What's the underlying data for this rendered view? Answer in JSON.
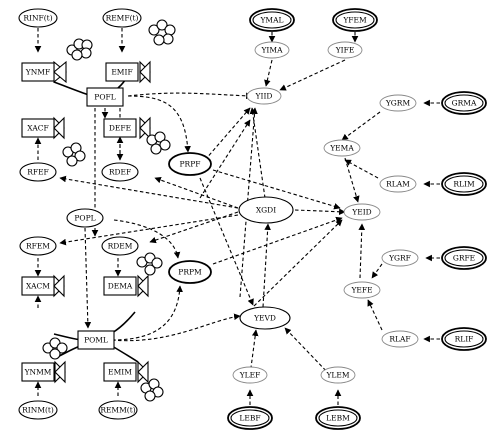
{
  "nodes": [
    {
      "id": "RINF",
      "label": "RINF(t)",
      "shape": "ellipse"
    },
    {
      "id": "REMF",
      "label": "REMF(t)",
      "shape": "ellipse"
    },
    {
      "id": "YNMF",
      "label": "YNMF",
      "shape": "rect"
    },
    {
      "id": "EMIF",
      "label": "EMIF",
      "shape": "rect"
    },
    {
      "id": "POFL",
      "label": "POFL",
      "shape": "rect"
    },
    {
      "id": "XACF",
      "label": "XACF",
      "shape": "rect"
    },
    {
      "id": "DEFE",
      "label": "DEFE",
      "shape": "rect"
    },
    {
      "id": "RFEF",
      "label": "RFEF",
      "shape": "ellipse"
    },
    {
      "id": "RDEF",
      "label": "RDEF",
      "shape": "ellipse"
    },
    {
      "id": "PRPF",
      "label": "PRPF",
      "shape": "ellipse-bold"
    },
    {
      "id": "POPL",
      "label": "POPL",
      "shape": "ellipse"
    },
    {
      "id": "RFEM",
      "label": "RFEM",
      "shape": "ellipse"
    },
    {
      "id": "RDEM",
      "label": "RDEM",
      "shape": "ellipse"
    },
    {
      "id": "PRPM",
      "label": "PRPM",
      "shape": "ellipse-bold"
    },
    {
      "id": "XACM",
      "label": "XACM",
      "shape": "rect"
    },
    {
      "id": "DEMA",
      "label": "DEMA",
      "shape": "rect"
    },
    {
      "id": "POML",
      "label": "POML",
      "shape": "rect"
    },
    {
      "id": "YNMM",
      "label": "YNMM",
      "shape": "rect"
    },
    {
      "id": "EMIM",
      "label": "EMIM",
      "shape": "rect"
    },
    {
      "id": "RINM",
      "label": "RINM(t)",
      "shape": "ellipse"
    },
    {
      "id": "REMM",
      "label": "REMM(t)",
      "shape": "ellipse"
    },
    {
      "id": "YMAL",
      "label": "YMAL",
      "shape": "double-ellipse"
    },
    {
      "id": "YFEM",
      "label": "YFEM",
      "shape": "double-ellipse"
    },
    {
      "id": "YIMA",
      "label": "YIMA",
      "shape": "ellipse-gray"
    },
    {
      "id": "YIFE",
      "label": "YIFE",
      "shape": "ellipse-gray"
    },
    {
      "id": "YIID",
      "label": "YIID",
      "shape": "ellipse-gray"
    },
    {
      "id": "YGRM",
      "label": "YGRM",
      "shape": "ellipse-gray"
    },
    {
      "id": "GRMA",
      "label": "GRMA",
      "shape": "double-ellipse"
    },
    {
      "id": "YEMA",
      "label": "YEMA",
      "shape": "ellipse-gray"
    },
    {
      "id": "RLAM",
      "label": "RLAM",
      "shape": "ellipse-gray"
    },
    {
      "id": "RLIM",
      "label": "RLIM",
      "shape": "double-ellipse"
    },
    {
      "id": "XGDI",
      "label": "XGDI",
      "shape": "ellipse"
    },
    {
      "id": "YEID",
      "label": "YEID",
      "shape": "ellipse-gray"
    },
    {
      "id": "YGRF",
      "label": "YGRF",
      "shape": "ellipse-gray"
    },
    {
      "id": "GRFE",
      "label": "GRFE",
      "shape": "double-ellipse"
    },
    {
      "id": "YEFE",
      "label": "YEFE",
      "shape": "ellipse-gray"
    },
    {
      "id": "RLAF",
      "label": "RLAF",
      "shape": "ellipse-gray"
    },
    {
      "id": "RLIF",
      "label": "RLIF",
      "shape": "double-ellipse"
    },
    {
      "id": "YEVD",
      "label": "YEVD",
      "shape": "ellipse"
    },
    {
      "id": "YLEF",
      "label": "YLEF",
      "shape": "ellipse-gray"
    },
    {
      "id": "YLEM",
      "label": "YLEM",
      "shape": "ellipse-gray"
    },
    {
      "id": "LEBF",
      "label": "LEBF",
      "shape": "double-ellipse"
    },
    {
      "id": "LEBM",
      "label": "LEBM",
      "shape": "double-ellipse"
    }
  ]
}
